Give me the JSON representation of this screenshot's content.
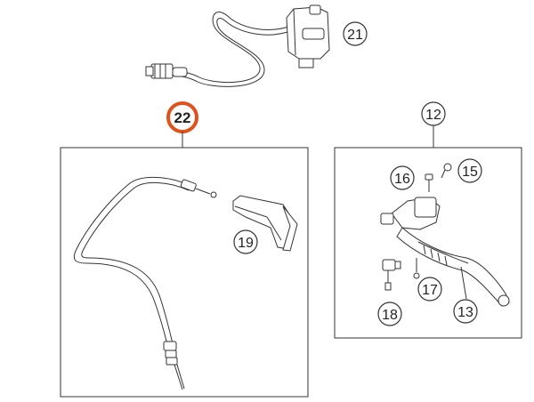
{
  "colors": {
    "highlight": "#e0521c",
    "line": "#333333",
    "background": "#ffffff"
  },
  "callouts": {
    "c12": "12",
    "c13": "13",
    "c15": "15",
    "c16": "16",
    "c17": "17",
    "c18": "18",
    "c19": "19",
    "c21": "21",
    "c22": "22"
  },
  "highlighted_callout": "22"
}
